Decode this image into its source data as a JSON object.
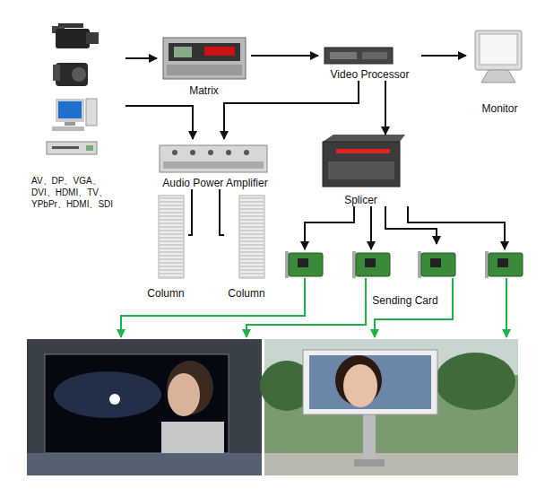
{
  "diagram": {
    "nodes": [
      {
        "text": [
          "AV、DP、VGA、 DVI、HDMI、TV、 YPbPr、HDMI、SDI"
        ]
      },
      {
        "text": [
          "Matrix"
        ]
      },
      {
        "text": [
          "Video Processor"
        ]
      },
      {
        "text": [
          "Monitor"
        ]
      },
      {
        "text": [
          "Audio Power Amplifier"
        ]
      },
      {
        "text": [
          "Column"
        ]
      },
      {
        "text": [
          "Column"
        ]
      },
      {
        "text": [
          "Splicer"
        ]
      },
      {
        "text": [
          "Sending Card"
        ]
      }
    ],
    "edges": [
      {
        "from": 0,
        "to": 1,
        "arrow": "to"
      },
      {
        "from": 0,
        "to": 4,
        "arrow": "to"
      },
      {
        "from": 1,
        "to": 2,
        "arrow": "to"
      },
      {
        "from": 2,
        "to": 3,
        "arrow": "to"
      },
      {
        "from": 2,
        "to": 4,
        "arrow": "to"
      },
      {
        "from": 2,
        "to": 7,
        "arrow": "to"
      },
      {
        "from": 7,
        "to": 8,
        "arrow": "to"
      },
      {
        "from": 4,
        "to": 5,
        "arrow": "none"
      },
      {
        "from": 4,
        "to": 6,
        "arrow": "none"
      }
    ]
  }
}
